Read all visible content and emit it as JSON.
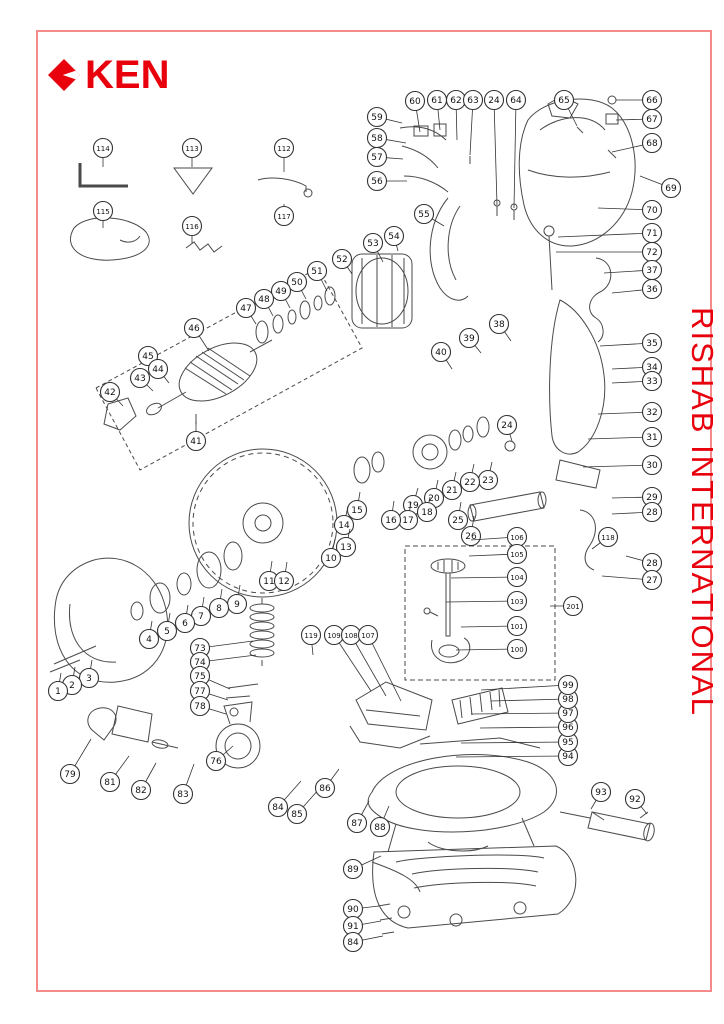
{
  "page": {
    "brand": "KEN",
    "side_text": "RISHAB INTERNATIONAL"
  },
  "colors": {
    "brand_red": "#e8000d",
    "border_pink": "#f48a8a",
    "line_gray": "#4a4a4a"
  },
  "diagram": {
    "kind": "exploded-parts-diagram",
    "balloons": [
      [
        "60",
        415,
        101,
        420,
        132
      ],
      [
        "61",
        437,
        100,
        440,
        130
      ],
      [
        "62",
        456,
        100,
        457,
        140
      ],
      [
        "63",
        473,
        100,
        470,
        155
      ],
      [
        "24",
        494,
        100,
        497,
        205
      ],
      [
        "64",
        516,
        100,
        514,
        208
      ],
      [
        "65",
        564,
        100,
        577,
        126
      ],
      [
        "66",
        652,
        100,
        616,
        100
      ],
      [
        "67",
        652,
        119,
        616,
        120
      ],
      [
        "68",
        652,
        143,
        612,
        152
      ],
      [
        "69",
        671,
        188,
        640,
        176
      ],
      [
        "70",
        652,
        210,
        598,
        208
      ],
      [
        "71",
        652,
        233,
        558,
        237
      ],
      [
        "72",
        652,
        252,
        556,
        252
      ],
      [
        "37",
        652,
        270,
        604,
        273
      ],
      [
        "36",
        652,
        289,
        612,
        293
      ],
      [
        "35",
        652,
        343,
        600,
        346
      ],
      [
        "34",
        652,
        367,
        612,
        369
      ],
      [
        "33",
        652,
        381,
        612,
        383
      ],
      [
        "32",
        652,
        412,
        598,
        414
      ],
      [
        "31",
        652,
        437,
        588,
        439
      ],
      [
        "30",
        652,
        465,
        583,
        467
      ],
      [
        "29",
        652,
        497,
        612,
        498
      ],
      [
        "28",
        652,
        512,
        612,
        514
      ],
      [
        "118",
        608,
        537,
        592,
        549
      ],
      [
        "28",
        652,
        563,
        626,
        556
      ],
      [
        "27",
        652,
        580,
        602,
        576
      ],
      [
        "114",
        103,
        148,
        103,
        167
      ],
      [
        "113",
        192,
        148,
        192,
        167
      ],
      [
        "112",
        284,
        148,
        284,
        172
      ],
      [
        "115",
        103,
        211,
        103,
        228
      ],
      [
        "116",
        192,
        226,
        192,
        243
      ],
      [
        "117",
        284,
        216,
        284,
        204
      ],
      [
        "59",
        377,
        117,
        402,
        123
      ],
      [
        "58",
        377,
        138,
        406,
        143
      ],
      [
        "57",
        377,
        157,
        403,
        159
      ],
      [
        "56",
        377,
        181,
        407,
        181
      ],
      [
        "55",
        424,
        214,
        444,
        226
      ],
      [
        "53",
        373,
        243,
        383,
        262
      ],
      [
        "54",
        394,
        236,
        398,
        251
      ],
      [
        "52",
        342,
        259,
        352,
        274
      ],
      [
        "51",
        317,
        271,
        327,
        291
      ],
      [
        "50",
        297,
        282,
        306,
        299
      ],
      [
        "49",
        281,
        291,
        290,
        308
      ],
      [
        "48",
        264,
        299,
        273,
        316
      ],
      [
        "47",
        246,
        308,
        256,
        324
      ],
      [
        "46",
        194,
        328,
        209,
        351
      ],
      [
        "45",
        148,
        356,
        161,
        372
      ],
      [
        "44",
        158,
        369,
        169,
        383
      ],
      [
        "43",
        140,
        378,
        153,
        391
      ],
      [
        "42",
        110,
        392,
        123,
        406
      ],
      [
        "41",
        196,
        441,
        196,
        421
      ],
      [
        "40",
        441,
        352,
        452,
        369
      ],
      [
        "39",
        469,
        338,
        481,
        353
      ],
      [
        "38",
        499,
        324,
        511,
        341
      ],
      [
        "24",
        507,
        425,
        512,
        441
      ],
      [
        "23",
        488,
        480,
        492,
        462
      ],
      [
        "22",
        470,
        482,
        474,
        464
      ],
      [
        "21",
        452,
        490,
        456,
        472
      ],
      [
        "20",
        434,
        498,
        438,
        480
      ],
      [
        "19",
        413,
        505,
        418,
        488
      ],
      [
        "18",
        427,
        512,
        430,
        497
      ],
      [
        "17",
        408,
        520,
        411,
        502
      ],
      [
        "16",
        391,
        520,
        394,
        501
      ],
      [
        "25",
        458,
        520,
        461,
        502
      ],
      [
        "26",
        471,
        536,
        474,
        516
      ],
      [
        "15",
        357,
        510,
        360,
        492
      ],
      [
        "14",
        344,
        525,
        348,
        506
      ],
      [
        "13",
        346,
        547,
        350,
        529
      ],
      [
        "10",
        331,
        558,
        335,
        539
      ],
      [
        "11",
        269,
        581,
        272,
        561
      ],
      [
        "12",
        284,
        581,
        287,
        562
      ],
      [
        "9",
        237,
        604,
        240,
        585
      ],
      [
        "8",
        219,
        608,
        222,
        589
      ],
      [
        "7",
        201,
        616,
        204,
        597
      ],
      [
        "6",
        185,
        623,
        188,
        605
      ],
      [
        "5",
        167,
        631,
        170,
        613
      ],
      [
        "4",
        149,
        639,
        152,
        621
      ],
      [
        "3",
        89,
        678,
        92,
        660
      ],
      [
        "2",
        72,
        685,
        75,
        667
      ],
      [
        "1",
        58,
        691,
        61,
        673
      ],
      [
        "73",
        200,
        648,
        253,
        641
      ],
      [
        "74",
        200,
        662,
        256,
        655
      ],
      [
        "75",
        200,
        676,
        230,
        689
      ],
      [
        "77",
        200,
        691,
        228,
        700
      ],
      [
        "78",
        200,
        706,
        226,
        714
      ],
      [
        "76",
        216,
        761,
        233,
        746
      ],
      [
        "79",
        70,
        774,
        91,
        739
      ],
      [
        "81",
        110,
        782,
        129,
        756
      ],
      [
        "82",
        141,
        790,
        156,
        763
      ],
      [
        "83",
        183,
        794,
        194,
        764
      ],
      [
        "84",
        278,
        807,
        301,
        781
      ],
      [
        "85",
        297,
        814,
        319,
        789
      ],
      [
        "86",
        325,
        788,
        339,
        769
      ],
      [
        "87",
        357,
        823,
        369,
        801
      ],
      [
        "88",
        380,
        827,
        389,
        806
      ],
      [
        "89",
        353,
        869,
        381,
        856
      ],
      [
        "90",
        353,
        909,
        379,
        906
      ],
      [
        "91",
        353,
        926,
        381,
        921
      ],
      [
        "84",
        353,
        942,
        383,
        936
      ],
      [
        "92",
        635,
        799,
        647,
        814
      ],
      [
        "93",
        601,
        792,
        591,
        809
      ],
      [
        "94",
        568,
        756,
        456,
        757
      ],
      [
        "95",
        568,
        742,
        461,
        743
      ],
      [
        "96",
        568,
        727,
        480,
        728
      ],
      [
        "97",
        568,
        713,
        471,
        714
      ],
      [
        "98",
        568,
        699,
        491,
        701
      ],
      [
        "99",
        568,
        685,
        481,
        690
      ],
      [
        "201",
        573,
        606,
        550,
        606
      ],
      [
        "106",
        517,
        537,
        471,
        540
      ],
      [
        "105",
        517,
        554,
        469,
        556
      ],
      [
        "104",
        517,
        577,
        451,
        578
      ],
      [
        "103",
        517,
        601,
        446,
        602
      ],
      [
        "101",
        517,
        626,
        461,
        627
      ],
      [
        "100",
        517,
        649,
        456,
        650
      ],
      [
        "119",
        311,
        635,
        313,
        655
      ],
      [
        "109",
        334,
        635,
        371,
        691
      ],
      [
        "108",
        351,
        635,
        386,
        696
      ],
      [
        "107",
        368,
        635,
        401,
        701
      ]
    ]
  }
}
